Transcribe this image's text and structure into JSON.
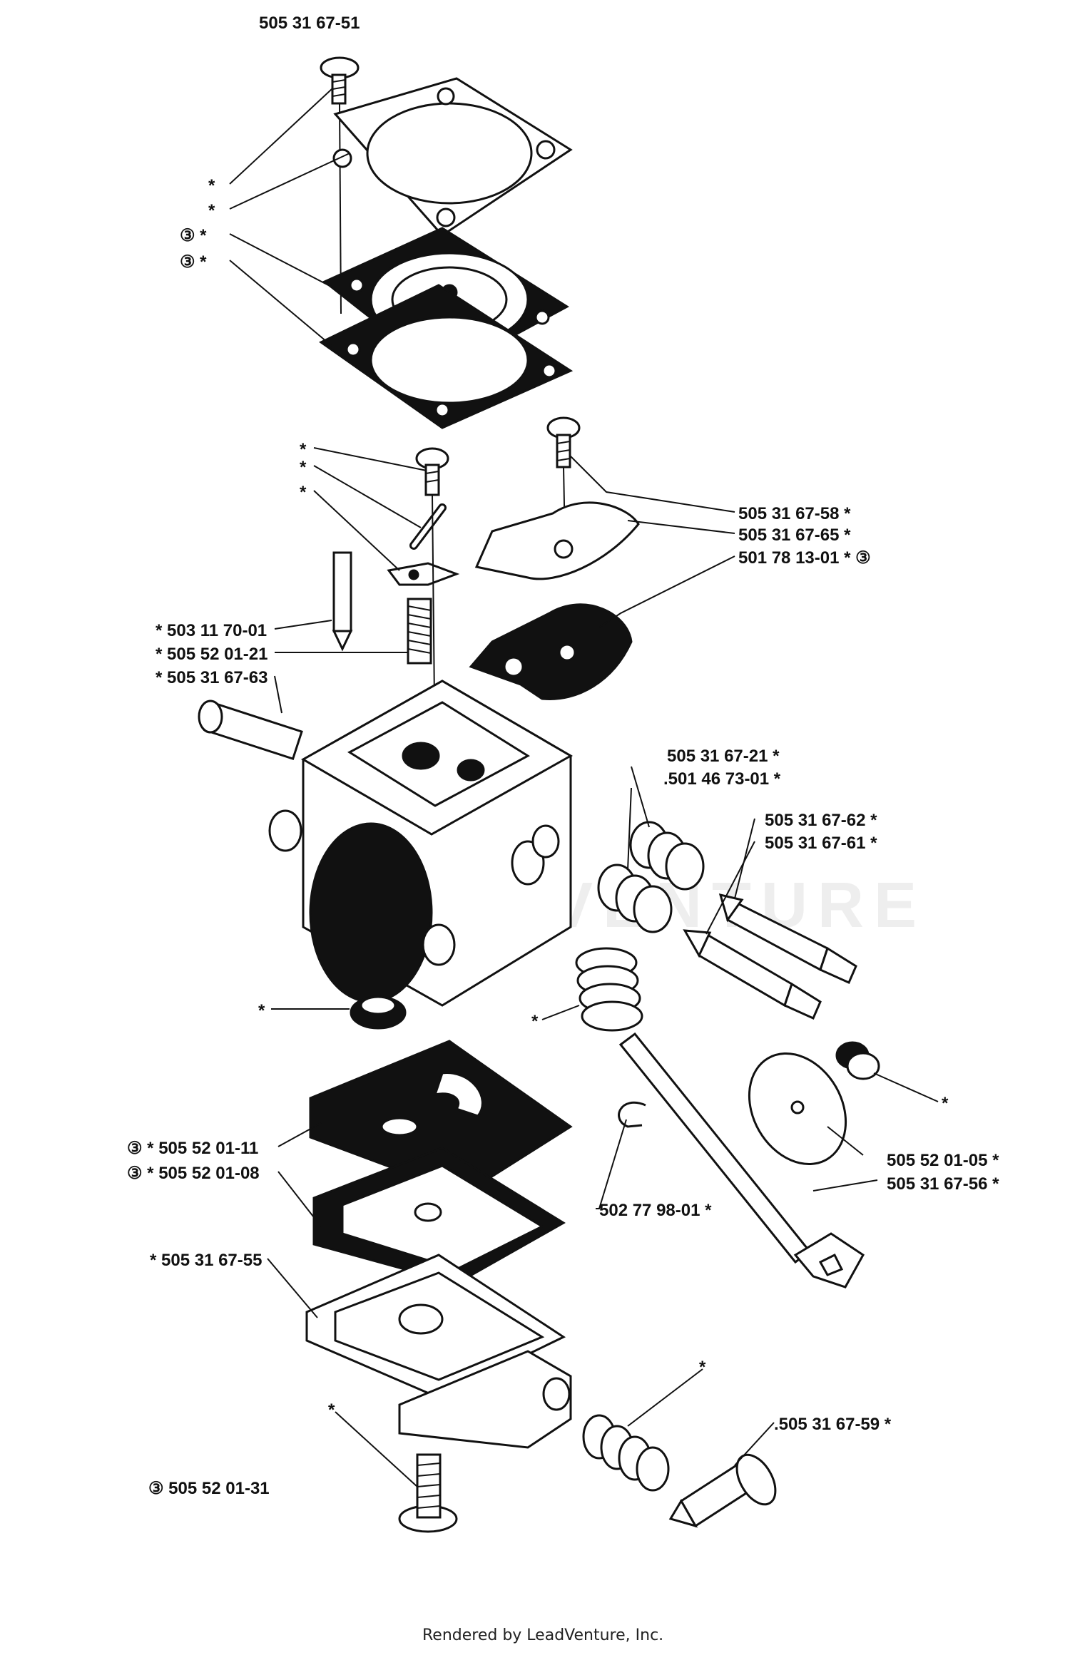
{
  "diagram": {
    "callouts": {
      "c01": "505 31 67-51",
      "c02": "*",
      "c03": "*",
      "c04": "③ *",
      "c05": "③ *",
      "c06": "*",
      "c07": "*",
      "c08": "*",
      "c09": "505 31 67-58 *",
      "c10": "505 31 67-65 *",
      "c11": "501 78 13-01 * ③",
      "c12": "* 503 11 70-01",
      "c13": "* 505 52 01-21",
      "c14": "* 505 31 67-63",
      "c15": "505 31 67-21 *",
      "c16": ".501 46 73-01 *",
      "c17": "505 31 67-62 *",
      "c18": "505 31 67-61 *",
      "c19": "*",
      "c20": "*",
      "c21": "*",
      "c22": "505 52 01-05 *",
      "c23": "505 31 67-56 *",
      "c24": "③ * 505 52 01-11",
      "c25": "③ * 505 52 01-08",
      "c26": "502 77 98-01 *",
      "c27": "* 505 31 67-55",
      "c28": "*",
      "c29": "*",
      "c30": ".505 31 67-59 *",
      "c31": "③ 505 52 01-31"
    },
    "watermark": "LEADVENTURE"
  },
  "footer": {
    "credit": "Rendered by LeadVenture, Inc."
  }
}
